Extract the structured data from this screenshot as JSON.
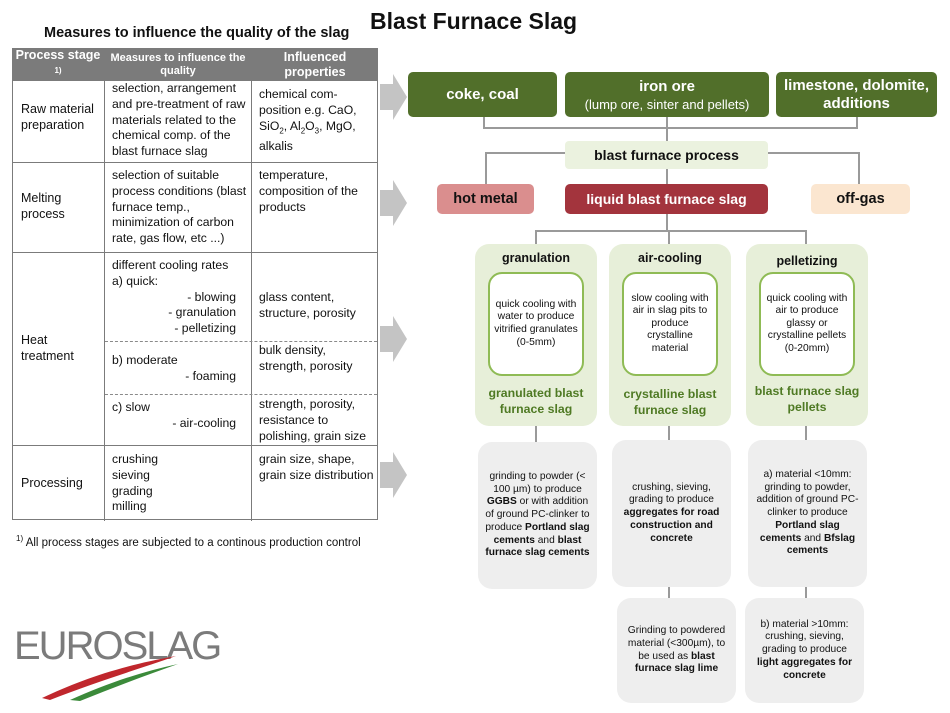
{
  "title": "Blast Furnace Slag",
  "table": {
    "title": "Measures to influence the quality of the slag",
    "headers": {
      "stage": "Process stage",
      "stage_sup": "1)",
      "measures": "Measures to influence the quality",
      "properties": "Influenced properties"
    },
    "rows": {
      "raw": {
        "stage": "Raw material preparation",
        "measures": "selection, arrangement and pre-treatment of raw materials related to the chemical comp. of the blast furnace slag",
        "properties_pre": "chemical com-position e.g. CaO, SiO",
        "properties_mid1": ", Al",
        "properties_mid2": "O",
        "properties_post": ", MgO, alkalis",
        "sub2": "2",
        "sub3": "3"
      },
      "melting": {
        "stage": "Melting process",
        "measures": "selection of suitable process conditions (blast furnace temp., minimization of carbon rate, gas flow, etc ...)",
        "properties": "temperature, composition of the products"
      },
      "heat": {
        "stage": "Heat treatment",
        "intro": "different cooling rates",
        "quick": "a) quick:",
        "blowing": "- blowing",
        "granulation": "- granulation",
        "pelletizing": "- pelletizing",
        "quick_props": "glass content, structure, porosity",
        "moderate": "b) moderate",
        "foaming": "- foaming",
        "moderate_props": "bulk density, strength, porosity",
        "slow": "c) slow",
        "aircooling": "- air-cooling",
        "slow_props": "strength, porosity, resistance to polishing, grain size"
      },
      "processing": {
        "stage": "Processing",
        "measures_1": "crushing",
        "measures_2": "sieving",
        "measures_3": "grading",
        "measures_4": "milling",
        "properties": "grain size, shape, grain size distribution"
      }
    },
    "footnote_sup": "1)",
    "footnote": "All process stages are subjected to a continous production control"
  },
  "diagram": {
    "coke": "coke, coal",
    "iron": "iron ore",
    "iron_sub": "(lump ore, sinter and pellets)",
    "limestone": "limestone, dolomite, additions",
    "process": "blast furnace process",
    "hot_metal": "hot metal",
    "liquid": "liquid blast furnace slag",
    "off_gas": "off-gas",
    "lanes": {
      "granulation": {
        "head": "granulation",
        "inner": "quick cooling with water to produce vitrified granulates (0-5mm)",
        "foot": "granulated blast furnace slag"
      },
      "aircooling": {
        "head": "air-cooling",
        "inner": "slow cooling with air in slag pits to produce crystalline material",
        "foot": "crystalline blast furnace slag"
      },
      "pelletizing": {
        "head": "pelletizing",
        "inner": "quick cooling with air to produce glassy or crystalline pellets (0-20mm)",
        "foot": "blast furnace slag pellets"
      }
    },
    "products": {
      "ggbs_a": "grinding to powder (< 100 µm) to produce ",
      "ggbs_b": "GGBS",
      "ggbs_c": " or with addition of ground PC-clinker to produce ",
      "ggbs_d": "Portland slag cements",
      "ggbs_e": " and ",
      "ggbs_f": "blast furnace slag cements",
      "agg_a": "crushing, sieving, grading to produce ",
      "agg_b": "aggregates for road construction and concrete",
      "lime_a": "Grinding to powdered material (<300µm), to be used as ",
      "lime_b": "blast furnace slag lime",
      "pel_a": "a) material <10mm: grinding to powder, addition of ground PC-clinker to produce ",
      "pel_b": "Portland slag cements",
      "pel_c": " and ",
      "pel_d": "Bfslag cements",
      "pel2_a": "b) material >10mm: crushing, sieving, grading to produce ",
      "pel2_b": "light aggregates for concrete"
    }
  },
  "logo": {
    "text": "EUROSLAG",
    "colors": {
      "red": "#c0272d",
      "green": "#3b8a3a",
      "grey": "#7b7b7b"
    }
  }
}
